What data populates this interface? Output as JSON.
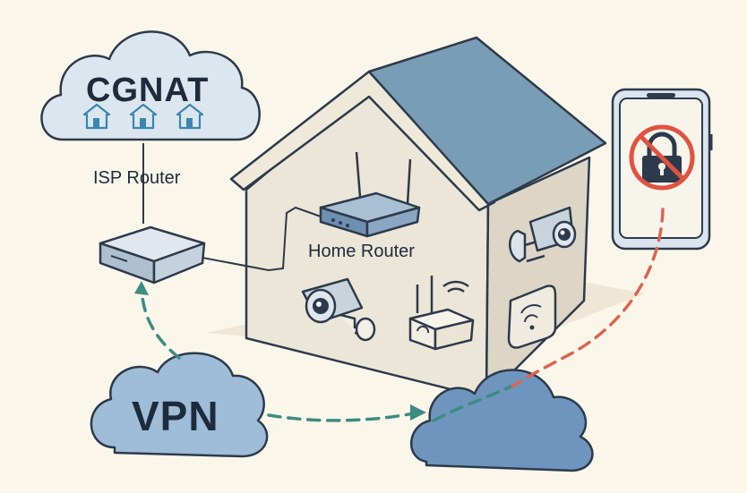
{
  "labels": {
    "cgnat": "CGNAT",
    "isp_router": "ISP Router",
    "home_router": "Home Router",
    "vpn": "VPN"
  },
  "colors": {
    "background": "#faf6ea",
    "outline": "#2d3a4b",
    "cgnat_cloud": "#dbe6ee",
    "vpn_cloud": "#9fbdd8",
    "remote_cloud": "#6e95bd",
    "roof": "#7a9db6",
    "house_front": "#ece6d8",
    "house_side": "#ddd6c7",
    "vpn_tunnel": "#3c8c82",
    "blocked_path": "#dc6450",
    "blocked_symbol": "#e0533f"
  },
  "icons": [
    "house-icon",
    "isp-router-icon",
    "home-router-icon",
    "security-camera-icon",
    "wifi-extender-icon",
    "smart-plug-icon",
    "smartphone-icon",
    "lock-icon",
    "prohibited-icon"
  ]
}
